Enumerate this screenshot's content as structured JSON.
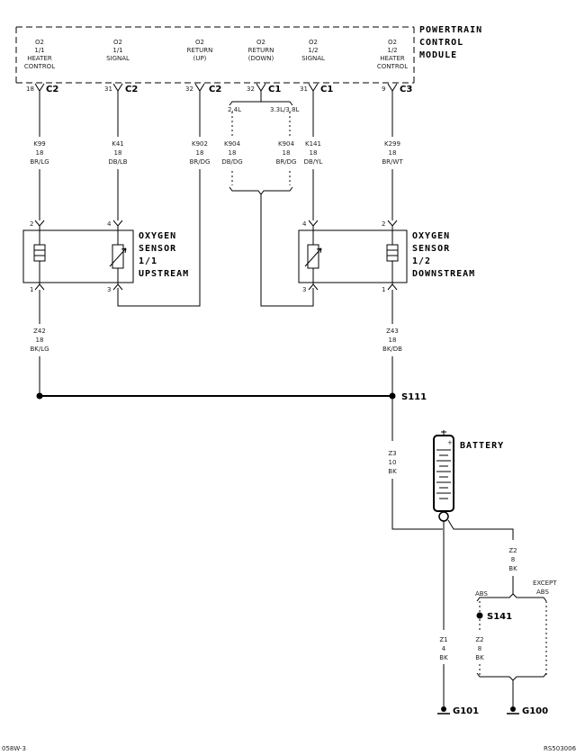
{
  "pcm": {
    "line1": "POWERTRAIN",
    "line2": "CONTROL",
    "line3": "MODULE"
  },
  "pins": [
    {
      "l1": "O2",
      "l2": "1/1",
      "l3": "HEATER",
      "l4": "CONTROL",
      "pin": "18",
      "conn": "C2",
      "wire": "K99",
      "gauge": "18",
      "color": "BR/LG"
    },
    {
      "l1": "O2",
      "l2": "1/1",
      "l3": "SIGNAL",
      "l4": "",
      "pin": "31",
      "conn": "C2",
      "wire": "K41",
      "gauge": "18",
      "color": "DB/LB"
    },
    {
      "l1": "O2",
      "l2": "RETURN",
      "l3": "(UP)",
      "l4": "",
      "pin": "32",
      "conn": "C2",
      "wire": "K902",
      "gauge": "18",
      "color": "BR/DG"
    },
    {
      "l1": "O2",
      "l2": "RETURN",
      "l3": "(DOWN)",
      "l4": "",
      "pin": "32",
      "conn": "C1",
      "wire": "",
      "gauge": "",
      "color": ""
    },
    {
      "l1": "O2",
      "l2": "1/2",
      "l3": "SIGNAL",
      "l4": "",
      "pin": "31",
      "conn": "C1",
      "wire": "K141",
      "gauge": "18",
      "color": "DB/YL"
    },
    {
      "l1": "O2",
      "l2": "1/2",
      "l3": "HEATER",
      "l4": "CONTROL",
      "pin": "9",
      "conn": "C3",
      "wire": "K299",
      "gauge": "18",
      "color": "BR/WT"
    }
  ],
  "variants": {
    "left": {
      "label": "2.4L",
      "wire": "K904",
      "gauge": "18",
      "color": "DB/DG"
    },
    "right": {
      "label": "3.3L/3.8L",
      "wire": "K904",
      "gauge": "18",
      "color": "BR/DG"
    }
  },
  "sensor_up": {
    "line1": "OXYGEN",
    "line2": "SENSOR",
    "line3": "1/1",
    "line4": "UPSTREAM",
    "pin_a": "2",
    "pin_b": "4",
    "pin_c": "1",
    "pin_d": "3"
  },
  "sensor_down": {
    "line1": "OXYGEN",
    "line2": "SENSOR",
    "line3": "1/2",
    "line4": "DOWNSTREAM",
    "pin_a": "4",
    "pin_b": "2",
    "pin_c": "3",
    "pin_d": "1"
  },
  "ground_wires": {
    "left": {
      "wire": "Z42",
      "gauge": "18",
      "color": "BK/LG"
    },
    "right": {
      "wire": "Z43",
      "gauge": "18",
      "color": "BK/DB"
    }
  },
  "splice_s111": "S111",
  "battery": {
    "label": "BATTERY",
    "plus": "+"
  },
  "z3": {
    "wire": "Z3",
    "gauge": "10",
    "color": "BK"
  },
  "z2_top": {
    "wire": "Z2",
    "gauge": "8",
    "color": "BK"
  },
  "abs": {
    "label": "ABS",
    "except_1": "EXCEPT",
    "except_2": "ABS"
  },
  "splice_s141": "S141",
  "z2_low": {
    "wire": "Z2",
    "gauge": "8",
    "color": "BK"
  },
  "z1": {
    "wire": "Z1",
    "gauge": "4",
    "color": "BK"
  },
  "ground_g101": "G101",
  "ground_g100": "G100",
  "footer": {
    "left": "058W-3",
    "right": "RS503006"
  }
}
